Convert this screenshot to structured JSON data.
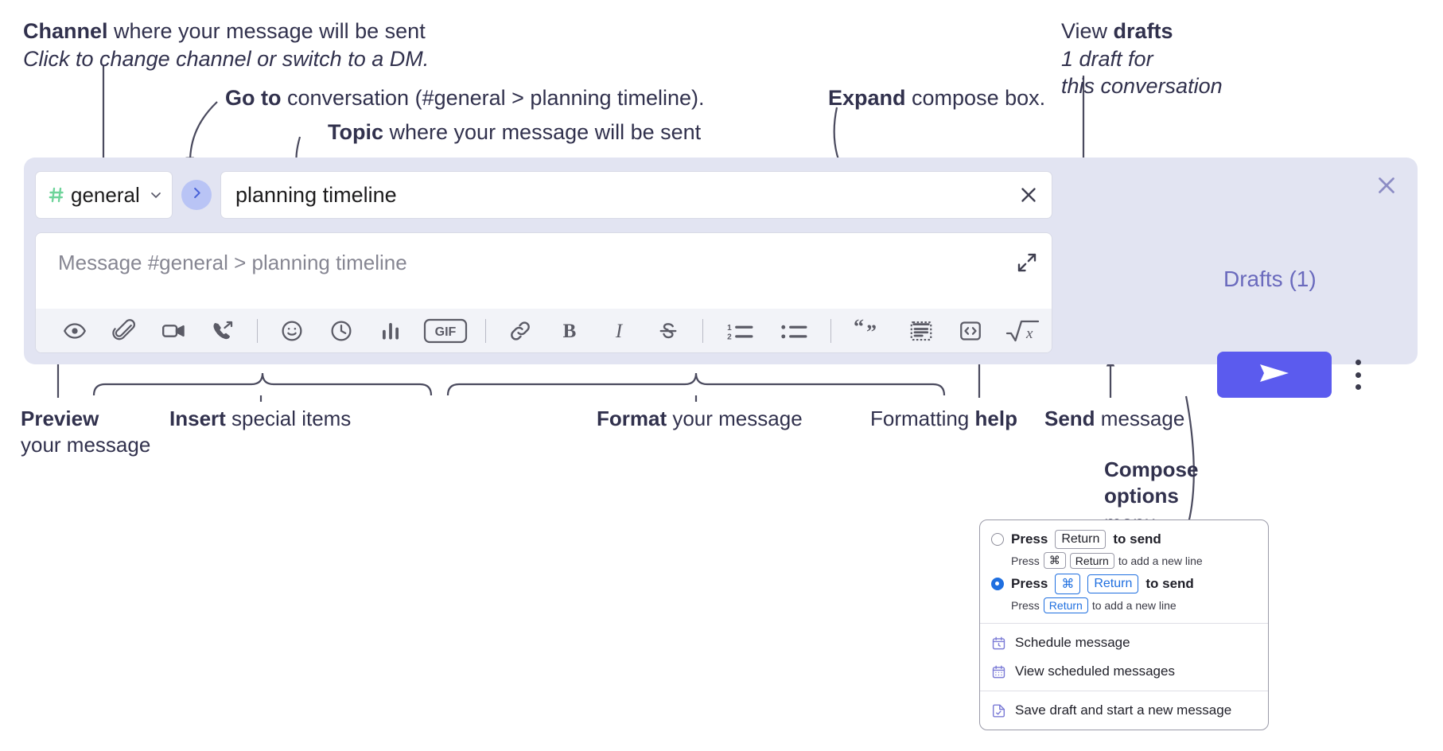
{
  "annotations": {
    "channel": {
      "bold": "Channel",
      "rest": " where your message will be sent",
      "italic": "Click to change channel or switch to a DM."
    },
    "goto": {
      "bold": "Go to",
      "rest": " conversation (#general > planning timeline)."
    },
    "topic": {
      "bold": "Topic",
      "rest": " where your message will be sent"
    },
    "expand": {
      "bold": "Expand",
      "rest": " compose box."
    },
    "drafts": {
      "line1_normal": "View ",
      "line1_bold": "drafts",
      "line2": "1 draft for",
      "line3": "this conversation"
    },
    "preview": {
      "bold": "Preview",
      "line2": "your message"
    },
    "insert": {
      "bold": "Insert",
      "rest": " special items"
    },
    "format": {
      "bold": "Format",
      "rest": " your message"
    },
    "help": {
      "normal": "Formatting ",
      "bold": "help"
    },
    "send": {
      "bold": "Send",
      "rest": " message"
    },
    "compose_options": {
      "line1": "Compose",
      "line2": "options",
      "line3": "menu"
    }
  },
  "compose": {
    "channel": {
      "name": "general",
      "hash_icon": "hash-icon",
      "chevron_icon": "chevron-down-icon"
    },
    "goto": {
      "icon": "chevron-right-icon"
    },
    "topic": {
      "value": "planning timeline",
      "clear_icon": "close-x-icon"
    },
    "message": {
      "placeholder": "Message #general > planning timeline",
      "value": ""
    },
    "expand": {
      "icon": "expand-diagonal-icon"
    },
    "toolbar": [
      {
        "name": "preview-button",
        "icon": "eye-icon"
      },
      {
        "name": "attach-button",
        "icon": "paperclip-icon"
      },
      {
        "name": "video-clip-button",
        "icon": "video-camera-icon"
      },
      {
        "name": "audio-clip-button",
        "icon": "phone-forward-icon"
      },
      {
        "name": "separator-1",
        "icon": "divider"
      },
      {
        "name": "emoji-button",
        "icon": "smiley-icon"
      },
      {
        "name": "recent-button",
        "icon": "clock-icon"
      },
      {
        "name": "poll-button",
        "icon": "bar-chart-icon"
      },
      {
        "name": "gif-button",
        "icon": "gif-icon",
        "label": "GIF"
      },
      {
        "name": "separator-2",
        "icon": "divider"
      },
      {
        "name": "link-button",
        "icon": "link-icon"
      },
      {
        "name": "bold-button",
        "icon": "bold-icon",
        "label": "B"
      },
      {
        "name": "italic-button",
        "icon": "italic-icon",
        "label": "I"
      },
      {
        "name": "strikethrough-button",
        "icon": "strikethrough-icon",
        "label": "S"
      },
      {
        "name": "separator-3",
        "icon": "divider"
      },
      {
        "name": "ordered-list-button",
        "icon": "ordered-list-icon"
      },
      {
        "name": "bulleted-list-button",
        "icon": "bulleted-list-icon"
      },
      {
        "name": "separator-4",
        "icon": "divider"
      },
      {
        "name": "blockquote-button",
        "icon": "quote-icon"
      },
      {
        "name": "code-block-button",
        "icon": "code-block-icon"
      },
      {
        "name": "code-button",
        "icon": "code-brackets-icon"
      },
      {
        "name": "math-button",
        "icon": "square-root-x-icon"
      },
      {
        "name": "separator-5",
        "icon": "divider"
      },
      {
        "name": "formatting-help-button",
        "icon": "question-mark-icon",
        "label": "?"
      }
    ],
    "drafts_label": "Drafts (1)",
    "send": {
      "icon": "paper-plane-icon"
    },
    "kebab": {
      "icon": "vertical-dots-icon"
    },
    "panel_close": {
      "icon": "close-x-icon"
    }
  },
  "compose_menu": {
    "options": [
      {
        "selected": false,
        "prefix": "Press",
        "keys": [
          "Return"
        ],
        "suffix": "to send",
        "sub_prefix": "Press",
        "sub_keys": [
          "⌘",
          "Return"
        ],
        "sub_suffix": "to add a new line"
      },
      {
        "selected": true,
        "prefix": "Press",
        "keys": [
          "⌘",
          "Return"
        ],
        "suffix": "to send",
        "sub_prefix": "Press",
        "sub_keys": [
          "Return"
        ],
        "sub_suffix": "to add a new line"
      }
    ],
    "items_group_1": [
      {
        "label": "Schedule message",
        "icon": "calendar-clock-icon"
      },
      {
        "label": "View scheduled messages",
        "icon": "calendar-grid-icon"
      }
    ],
    "items_group_2": [
      {
        "label": "Save draft and start a new message",
        "icon": "save-draft-icon"
      }
    ]
  },
  "colors": {
    "panel_bg": "#e2e4f2",
    "accent_send": "#5b5bee",
    "hash_green": "#6fd49b",
    "goto_bubble": "#b9c4f5",
    "drafts_text": "#6a6abd",
    "radio_blue": "#1f6fe0",
    "menu_icon": "#7b7bd6",
    "ink": "#31314d"
  }
}
